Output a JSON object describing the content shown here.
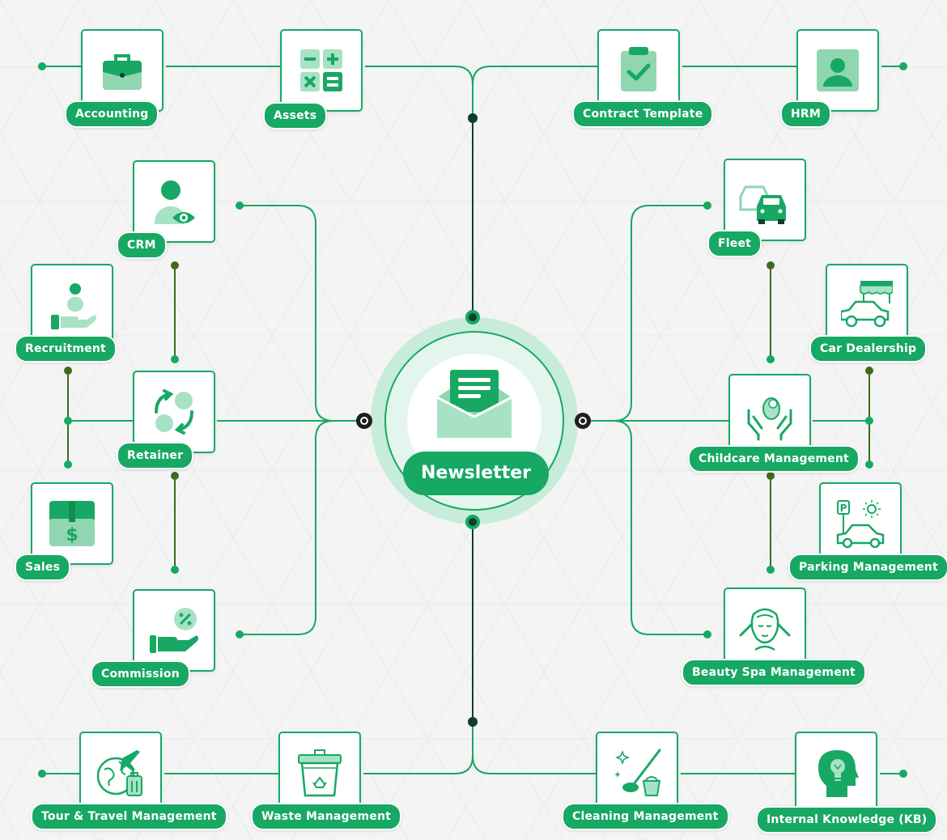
{
  "center": {
    "label": "Newsletter",
    "icon": "envelope-letter-icon"
  },
  "colors": {
    "primary": "#17a864",
    "light": "#a8e2c5",
    "dark_line": "#0e3d33",
    "olive_line": "#3f6b1e",
    "background": "#f4f4f4"
  },
  "modules": [
    {
      "id": "accounting",
      "label": "Accounting",
      "icon": "briefcase-icon"
    },
    {
      "id": "assets",
      "label": "Assets",
      "icon": "calculator-icon"
    },
    {
      "id": "contract",
      "label": "Contract Template",
      "icon": "clipboard-check-icon"
    },
    {
      "id": "hrm",
      "label": "HRM",
      "icon": "user-badge-icon"
    },
    {
      "id": "crm",
      "label": "CRM",
      "icon": "user-eye-icon"
    },
    {
      "id": "recruitment",
      "label": "Recruitment",
      "icon": "hand-user-icon"
    },
    {
      "id": "retainer",
      "label": "Retainer",
      "icon": "cycle-icon"
    },
    {
      "id": "sales",
      "label": "Sales",
      "icon": "box-dollar-icon"
    },
    {
      "id": "commission",
      "label": "Commission",
      "icon": "hand-percent-icon"
    },
    {
      "id": "fleet",
      "label": "Fleet",
      "icon": "cars-icon"
    },
    {
      "id": "car-dealership",
      "label": "Car Dealership",
      "icon": "car-shop-icon"
    },
    {
      "id": "childcare",
      "label": "Childcare Management",
      "icon": "baby-hands-icon"
    },
    {
      "id": "parking",
      "label": "Parking Management",
      "icon": "parking-car-icon"
    },
    {
      "id": "beauty-spa",
      "label": "Beauty Spa Management",
      "icon": "spa-face-icon"
    },
    {
      "id": "tour-travel",
      "label": "Tour & Travel Management",
      "icon": "globe-plane-icon"
    },
    {
      "id": "waste",
      "label": "Waste Management",
      "icon": "recycle-bin-icon"
    },
    {
      "id": "cleaning",
      "label": "Cleaning Management",
      "icon": "cleaning-bucket-icon"
    },
    {
      "id": "internal-kb",
      "label": "Internal Knowledge (KB)",
      "icon": "head-bulb-icon"
    }
  ]
}
